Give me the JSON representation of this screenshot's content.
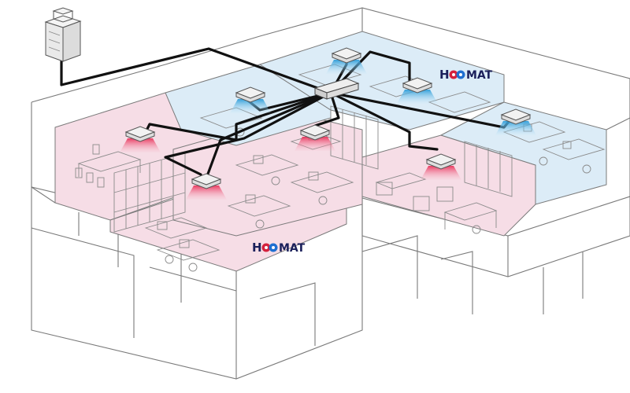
{
  "logos": [
    {
      "prefix": "H",
      "suffix": "MAT"
    },
    {
      "prefix": "H",
      "suffix": "MAT"
    }
  ],
  "colors": {
    "heating_zone": "#f6dde6",
    "cooling_zone": "#dcecf7",
    "heat_airflow": "#e8335a",
    "cool_airflow": "#2a9bd8",
    "refrigerant_pipe": "#111111",
    "logo_text": "#1a1f5a",
    "logo_red": "#d4213d",
    "logo_blue": "#1f6fd1"
  },
  "icons": [
    "outdoor-unit-icon",
    "indoor-cassette-unit-icon",
    "branch-distributor-icon"
  ]
}
